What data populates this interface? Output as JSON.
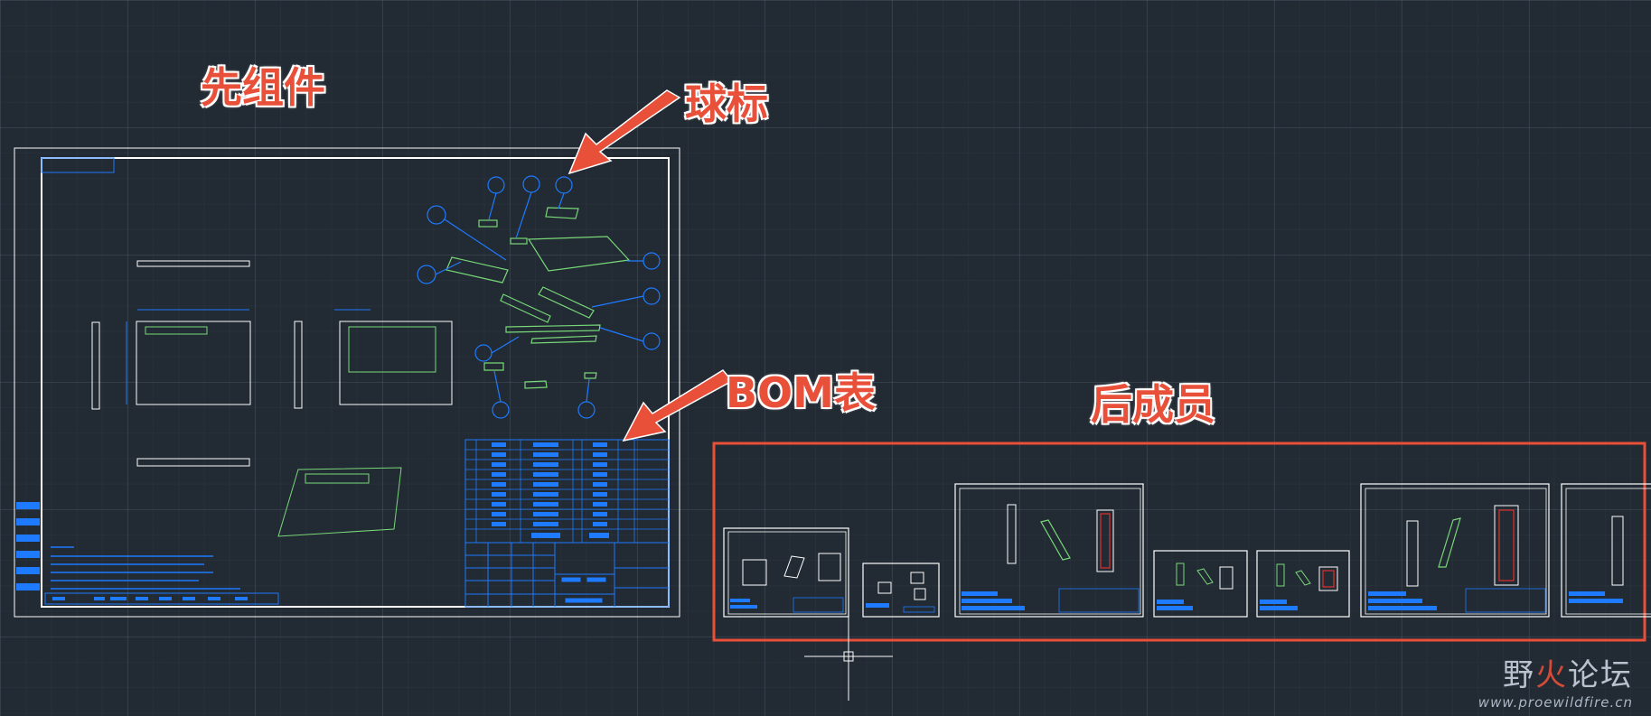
{
  "annotations": {
    "assembly_first": "先组件",
    "balloon": "球标",
    "bom_table": "BOM表",
    "members_after": "后成员"
  },
  "watermark": {
    "name_part1": "野",
    "name_hot": "火",
    "name_part2": "论坛",
    "url": "www.proewildfire.cn"
  },
  "colors": {
    "background": "#222a33",
    "annotation": "#e8503a",
    "cad_white": "#ffffff",
    "cad_blue": "#1e7bff",
    "cad_green": "#78d878",
    "cad_red": "#e03030"
  },
  "icons": [
    "crosshair-cursor-icon",
    "flame-icon"
  ]
}
